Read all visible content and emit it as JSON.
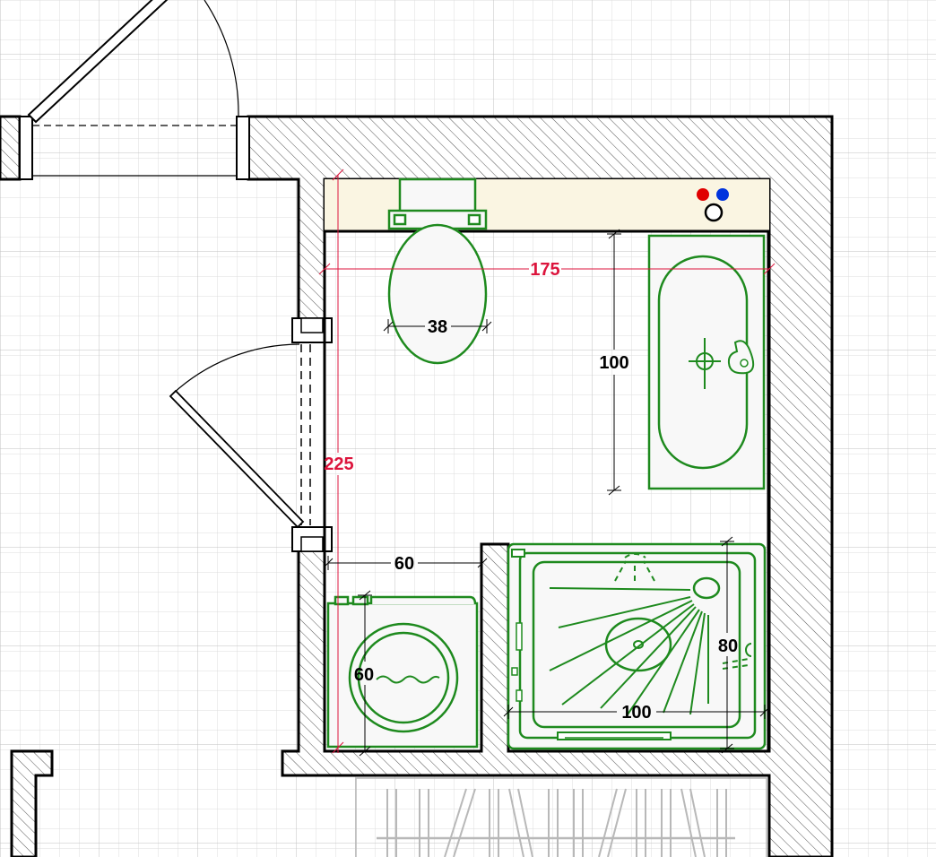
{
  "colors": {
    "grid": "#d4d4d4",
    "grid_major": "#bdbdbd",
    "wall": "#000000",
    "hatch": "#555555",
    "fixture": "#1e8a1e",
    "fixture_fill": "#f8f8f8",
    "technical_strip": "#faf5e2",
    "dim_black": "#000000",
    "dim_red": "#dc143c",
    "hot_tap": "#e00000",
    "cold_tap": "#0033dd",
    "closet": "#b8b8b8"
  },
  "dimensions": {
    "room_width": "175",
    "room_height": "225",
    "toilet_width": "38",
    "sink_length": "100",
    "washer_width": "60",
    "washer_depth": "60",
    "shower_depth": "80",
    "shower_width": "100"
  },
  "icons": {
    "toilet": "toilet-icon",
    "sink": "washbasin-icon",
    "washer": "washing-machine-icon",
    "shower": "shower-tray-icon",
    "hot_water": "hot-water-supply-icon",
    "cold_water": "cold-water-supply-icon",
    "drain": "drain-icon",
    "closet": "wardrobe-icon"
  }
}
